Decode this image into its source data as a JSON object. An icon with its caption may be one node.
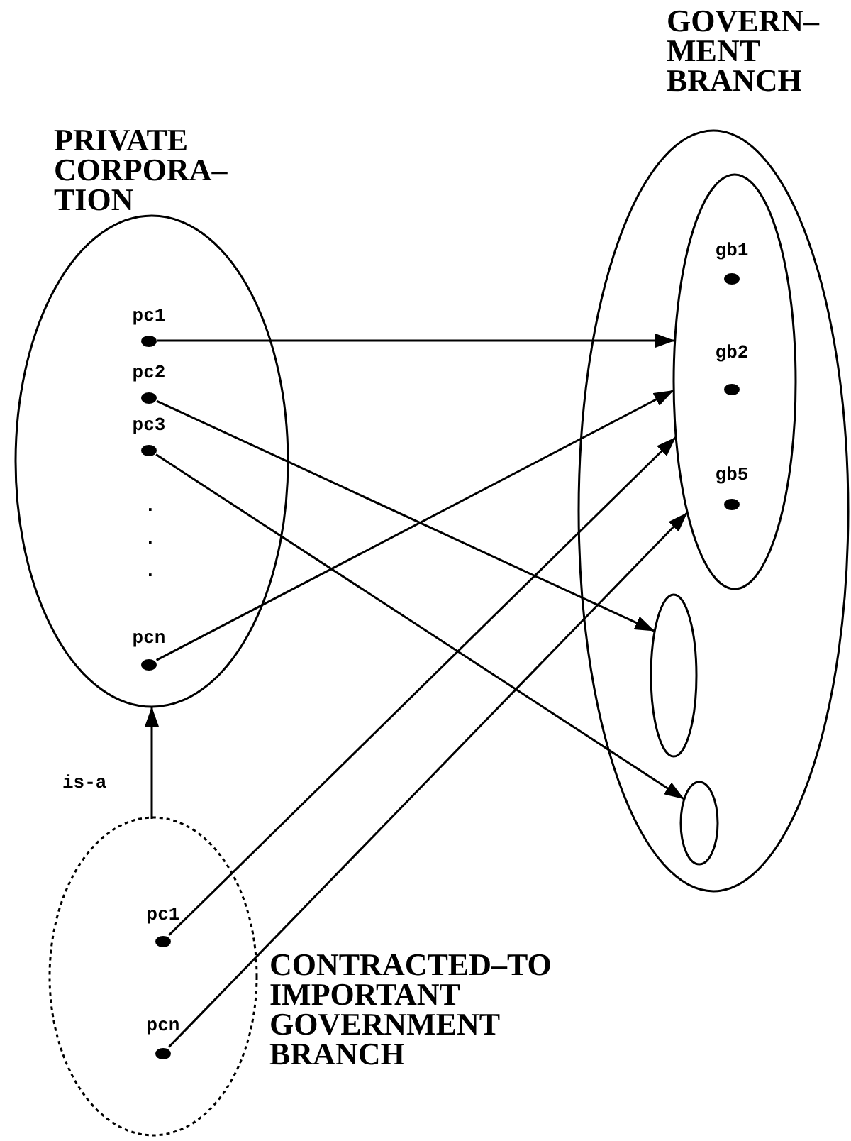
{
  "diagram": {
    "nodes": [
      {
        "text": [
          "PRIVATE CORPORA– TION"
        ]
      },
      {
        "text": [
          "pc1"
        ],
        "in": 0
      },
      {
        "text": [
          "pc2"
        ],
        "in": 0
      },
      {
        "text": [
          "pc3"
        ],
        "in": 0
      },
      {
        "text": [
          "pcn"
        ],
        "in": 0
      },
      {
        "text": [
          "GOVERN– MENT BRANCH"
        ]
      },
      {
        "text": [],
        "shape": "ellipse",
        "in": 5
      },
      {
        "text": [
          "gb1"
        ],
        "in": 6
      },
      {
        "text": [
          "gb2"
        ],
        "in": 6
      },
      {
        "text": [
          "gb5"
        ],
        "in": 6
      },
      {
        "text": [],
        "shape": "ellipse",
        "in": 5
      },
      {
        "text": [],
        "shape": "ellipse",
        "in": 5
      },
      {
        "text": [
          "CONTRACTED–TO IMPORTANT GOVERNMENT BRANCH"
        ]
      },
      {
        "text": [
          "pc1"
        ],
        "in": 12
      },
      {
        "text": [
          "pcn"
        ],
        "in": 12
      }
    ],
    "edges": [
      {
        "from": 1,
        "to": 6,
        "arrow": "to"
      },
      {
        "from": 2,
        "to": 10,
        "arrow": "to"
      },
      {
        "from": 3,
        "to": 11,
        "arrow": "to"
      },
      {
        "from": 4,
        "to": 6,
        "arrow": "to"
      },
      {
        "from": 13,
        "to": 6,
        "arrow": "to"
      },
      {
        "from": 14,
        "to": 6,
        "arrow": "to"
      },
      {
        "from": 12,
        "to": 0,
        "arrow": "to",
        "label": "is-a"
      }
    ],
    "labels": [
      ".",
      ".",
      "."
    ]
  }
}
